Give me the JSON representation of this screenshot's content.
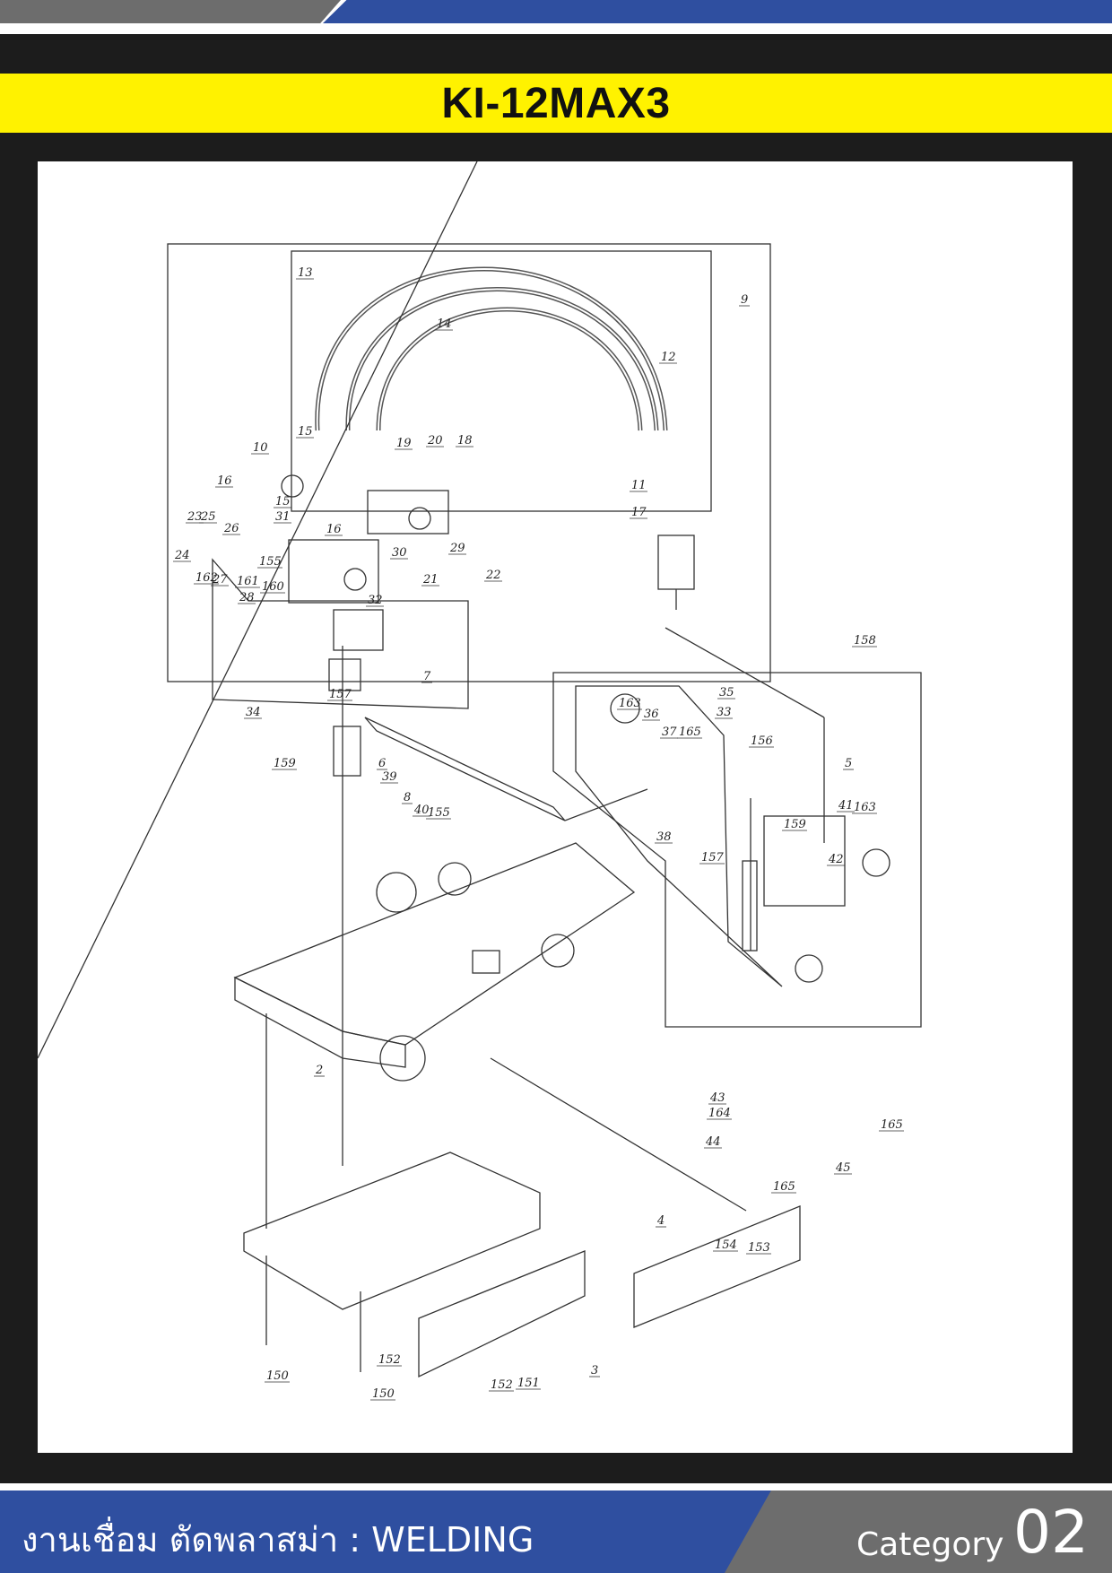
{
  "header": {
    "title": "KI-12MAX3"
  },
  "footer": {
    "category_text": "งานเชื่อม ตัดพลาสม่า : WELDING",
    "category_label": "Category",
    "category_number": "02"
  },
  "diagram": {
    "part_labels": [
      "13",
      "14",
      "9",
      "12",
      "10",
      "15",
      "19",
      "20",
      "18",
      "16",
      "11",
      "17",
      "15",
      "16",
      "31",
      "30",
      "23",
      "25",
      "26",
      "155",
      "29",
      "24",
      "162",
      "27",
      "161",
      "160",
      "28",
      "21",
      "22",
      "32",
      "158",
      "7",
      "157",
      "34",
      "35",
      "163",
      "36",
      "37",
      "165",
      "33",
      "156",
      "159",
      "6",
      "39",
      "5",
      "8",
      "155",
      "40",
      "41",
      "163",
      "159",
      "38",
      "157",
      "42",
      "43",
      "164",
      "44",
      "45",
      "165",
      "165",
      "2",
      "4",
      "150",
      "152",
      "150",
      "152",
      "151",
      "3",
      "154",
      "153"
    ]
  }
}
